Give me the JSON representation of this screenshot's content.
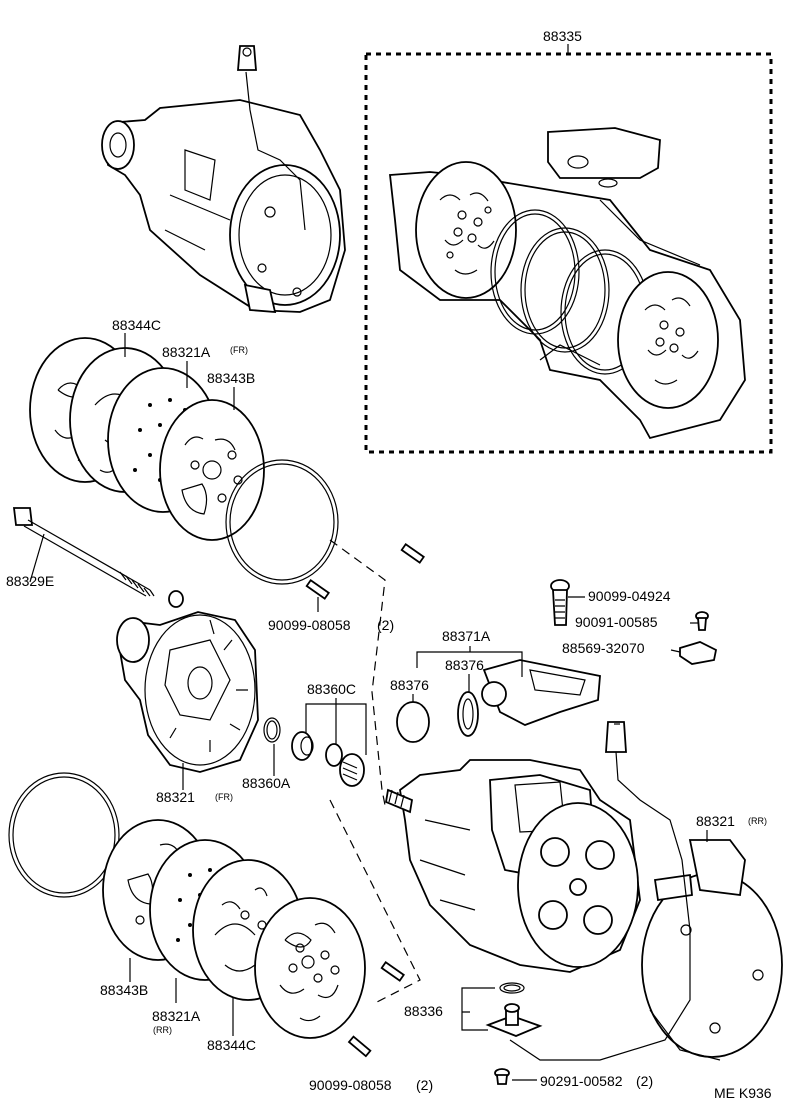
{
  "diagram": {
    "code": "ME K936",
    "labels": {
      "assy_88335": "88335",
      "valve_plate_88344c_fr": "88344C",
      "valve_88321a_fr": "88321A",
      "valve_88321a_fr_note": "(FR)",
      "gasket_88343b_fr": "88343B",
      "bolt_88329e": "88329E",
      "pin_90099_08058_top": "90099-08058",
      "pin_90099_08058_top_qty": "(2)",
      "bolt_90099_04924": "90099-04924",
      "screw_90091_00585": "90091-00585",
      "clip_88569_32070": "88569-32070",
      "valve_88371a": "88371A",
      "valve_88376_left": "88376",
      "valve_88376_right": "88376",
      "seal_88360c": "88360C",
      "housing_88321_fr": "88321",
      "housing_88321_fr_note": "(FR)",
      "ring_88360a": "88360A",
      "housing_88321_rr": "88321",
      "housing_88321_rr_note": "(RR)",
      "gasket_88343b_rr": "88343B",
      "valve_88321a_rr": "88321A",
      "valve_88321a_rr_note": "(RR)",
      "valve_plate_88344c_rr": "88344C",
      "switch_88336": "88336",
      "pin_90099_08058_bottom": "90099-08058",
      "pin_90099_08058_bottom_qty": "(2)",
      "screw_90291_00582": "90291-00582",
      "screw_90291_00582_qty": "(2)"
    }
  }
}
